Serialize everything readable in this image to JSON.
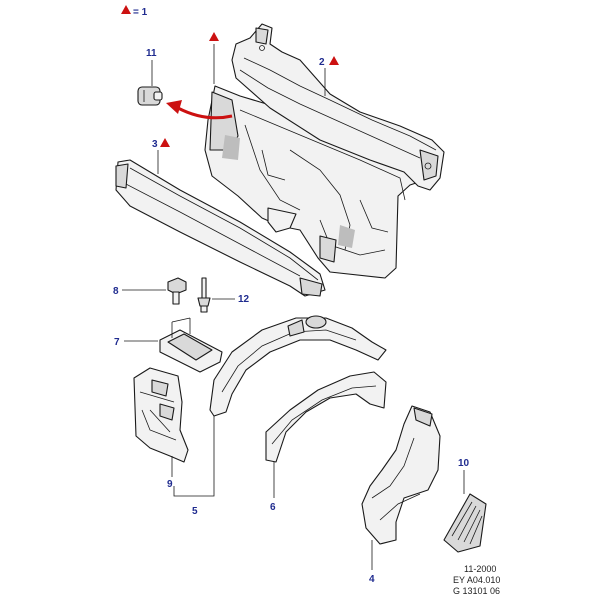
{
  "legend": {
    "symbol": "triangle-marker",
    "text": "= 1",
    "color": "#cc1111"
  },
  "callouts": {
    "c1": "",
    "c2": "2",
    "c3": "3",
    "c4": "4",
    "c5": "5",
    "c6": "6",
    "c7": "7",
    "c8": "8",
    "c9": "9",
    "c10": "10",
    "c11": "11",
    "c12": "12"
  },
  "reference": {
    "line1": "11-2000",
    "line2": "EY A04.010",
    "line3": "G 13101 06"
  },
  "colors": {
    "callout": "#1f2b8f",
    "marker": "#cc1111",
    "arrow": "#cc1111"
  }
}
